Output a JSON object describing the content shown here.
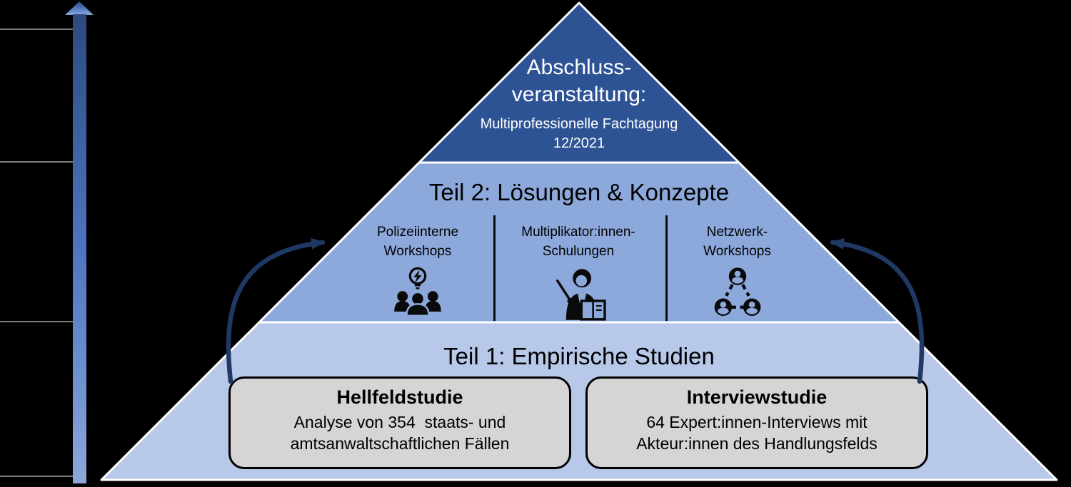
{
  "colors": {
    "background": "#000000",
    "level_top_fill": "#2e5394",
    "level_middle_fill": "#8da9dc",
    "level_bottom_fill": "#b7c8e9",
    "layer_outline": "#ffffff",
    "box_fill": "#d5d5d5",
    "box_border": "#000000",
    "curved_arrow": "#1f3864",
    "timeline_arrow_top": "#2c4a7e",
    "timeline_arrow_bottom": "#8ca7db",
    "tick_gray": "#7f7f7f",
    "text_dark": "#000000",
    "text_light": "#ffffff"
  },
  "timeline": {
    "icon": "up-arrow-timeline-icon",
    "tick_count": 4
  },
  "pyramid": {
    "top": {
      "title_line1": "Abschluss-",
      "title_line2": "veranstaltung:",
      "subtitle_line1": "Multiprofessionelle Fachtagung",
      "subtitle_line2": "12/2021"
    },
    "middle": {
      "title": "Teil 2: Lösungen & Konzepte",
      "columns": [
        {
          "label_line1": "Polizeiinterne",
          "label_line2": "Workshops",
          "icon": "workshop-idea-people-icon"
        },
        {
          "label_line1": "Multiplikator:innen-",
          "label_line2": "Schulungen",
          "icon": "trainer-with-book-icon"
        },
        {
          "label_line1": "Netzwerk-",
          "label_line2": "Workshops",
          "icon": "people-network-icon"
        }
      ]
    },
    "bottom": {
      "title": "Teil 1: Empirische Studien",
      "boxes": [
        {
          "title": "Hellfeldstudie",
          "line1": "Analyse von 354  staats- und",
          "line2": "amtsanwaltschaftlichen Fällen"
        },
        {
          "title": "Interviewstudie",
          "line1": "64 Expert:innen-Interviews mit",
          "line2": "Akteur:innen des Handlungsfelds"
        }
      ]
    }
  }
}
